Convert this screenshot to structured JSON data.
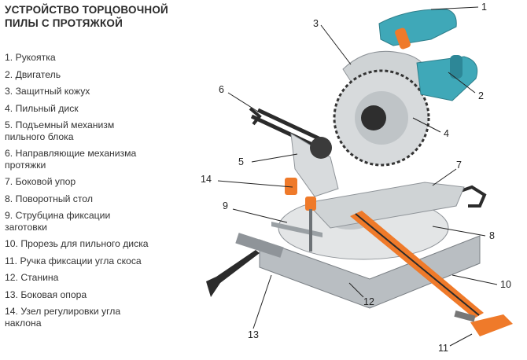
{
  "title": "УСТРОЙСТВО ТОРЦОВОЧНОЙ\nПИЛЫ С ПРОТЯЖКОЙ",
  "legend": [
    {
      "n": "1.",
      "text": "Рукоятка"
    },
    {
      "n": "2.",
      "text": "Двигатель"
    },
    {
      "n": "3.",
      "text": "Защитный кожух"
    },
    {
      "n": "4.",
      "text": "Пильный диск"
    },
    {
      "n": "5.",
      "text": "Подъемный механизм\nпильного блока"
    },
    {
      "n": "6.",
      "text": "Направляющие механизма\nпротяжки"
    },
    {
      "n": "7.",
      "text": "Боковой упор"
    },
    {
      "n": "8.",
      "text": "Поворотный стол"
    },
    {
      "n": "9.",
      "text": "Струбцина фиксации\nзаготовки"
    },
    {
      "n": "10.",
      "text": "Прорезь для пильного диска"
    },
    {
      "n": "11.",
      "text": "Ручка фиксации угла скоса"
    },
    {
      "n": "12.",
      "text": "Станина"
    },
    {
      "n": "13.",
      "text": "Боковая опора"
    },
    {
      "n": "14.",
      "text": "Узел регулировки угла\nнаклона"
    }
  ],
  "callouts": [
    "1",
    "2",
    "3",
    "4",
    "5",
    "6",
    "7",
    "8",
    "9",
    "10",
    "11",
    "12",
    "13",
    "14"
  ],
  "colors": {
    "body": "#3fa8b8",
    "accent": "#ef7a2a",
    "metal": "#c9cdd0",
    "dark": "#2a2a2a"
  }
}
